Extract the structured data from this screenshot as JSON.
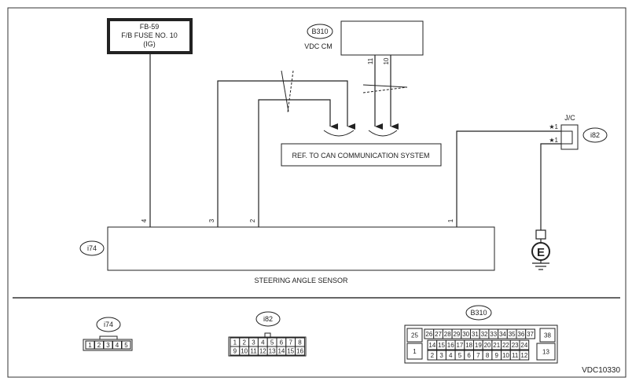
{
  "fuse": {
    "line1": "FB-59",
    "line2": "F/B FUSE NO. 10",
    "line3": "(IG)"
  },
  "vdc": {
    "connector": "B310",
    "label": "VDC CM",
    "pin_a": "11",
    "pin_b": "10"
  },
  "ref_box": "REF. TO CAN COMMUNICATION SYSTEM",
  "jc": {
    "label": "J/C",
    "connector": "i82",
    "mark1": "★1",
    "mark2": "★1"
  },
  "sensor": {
    "connector": "i74",
    "label": "STEERING ANGLE SENSOR",
    "pin4": "4",
    "pin3": "3",
    "pin2": "2",
    "pin1": "1"
  },
  "ground": {
    "symbol": "E"
  },
  "connectors": {
    "i74": {
      "title": "i74",
      "pins": [
        "1",
        "2",
        "3",
        "4",
        "5"
      ]
    },
    "i82": {
      "title": "i82",
      "top": [
        "1",
        "2",
        "3",
        "4",
        "5",
        "6",
        "7",
        "8"
      ],
      "bottom": [
        "9",
        "10",
        "11",
        "12",
        "13",
        "14",
        "15",
        "16"
      ]
    },
    "B310": {
      "title": "B310",
      "left_top": "25",
      "left_bottom": "1",
      "row1": [
        "26",
        "27",
        "28",
        "29",
        "30",
        "31",
        "32",
        "33",
        "34",
        "35",
        "36",
        "37"
      ],
      "row2": [
        "14",
        "15",
        "16",
        "17",
        "18",
        "19",
        "20",
        "21",
        "22",
        "23",
        "24"
      ],
      "row3": [
        "2",
        "3",
        "4",
        "5",
        "6",
        "7",
        "8",
        "9",
        "10",
        "11",
        "12"
      ],
      "right_top": "38",
      "right_bottom": "13"
    }
  },
  "figure_id": "VDC10330"
}
